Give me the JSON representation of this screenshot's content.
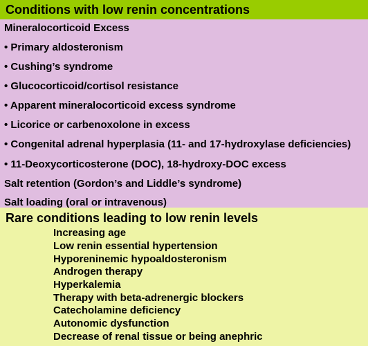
{
  "header": {
    "title": "Conditions with low renin concentrations"
  },
  "section1": {
    "rows": [
      "Mineralocorticoid Excess",
      "• Primary aldosteronism",
      "• Cushing’s syndrome",
      "• Glucocorticoid/cortisol resistance",
      "• Apparent mineralocorticoid excess syndrome",
      "• Licorice or carbenoxolone in excess",
      "• Congenital adrenal hyperplasia (11- and 17-hydroxylase deficiencies)",
      "• 11-Deoxycorticosterone (DOC), 18-hydroxy-DOC excess",
      "Salt retention (Gordon’s and Liddle’s syndrome)",
      "Salt loading (oral or intravenous)"
    ]
  },
  "section2": {
    "title": "Rare conditions leading to low renin levels",
    "items": [
      "Increasing age",
      "Low renin essential hypertension",
      "Hyporeninemic hypoaldosteronism",
      "Androgen therapy",
      "Hyperkalemia",
      "Therapy with beta-adrenergic blockers",
      "Catecholamine deficiency",
      "Autonomic dysfunction",
      "Decrease of renal tissue or being anephric"
    ]
  }
}
